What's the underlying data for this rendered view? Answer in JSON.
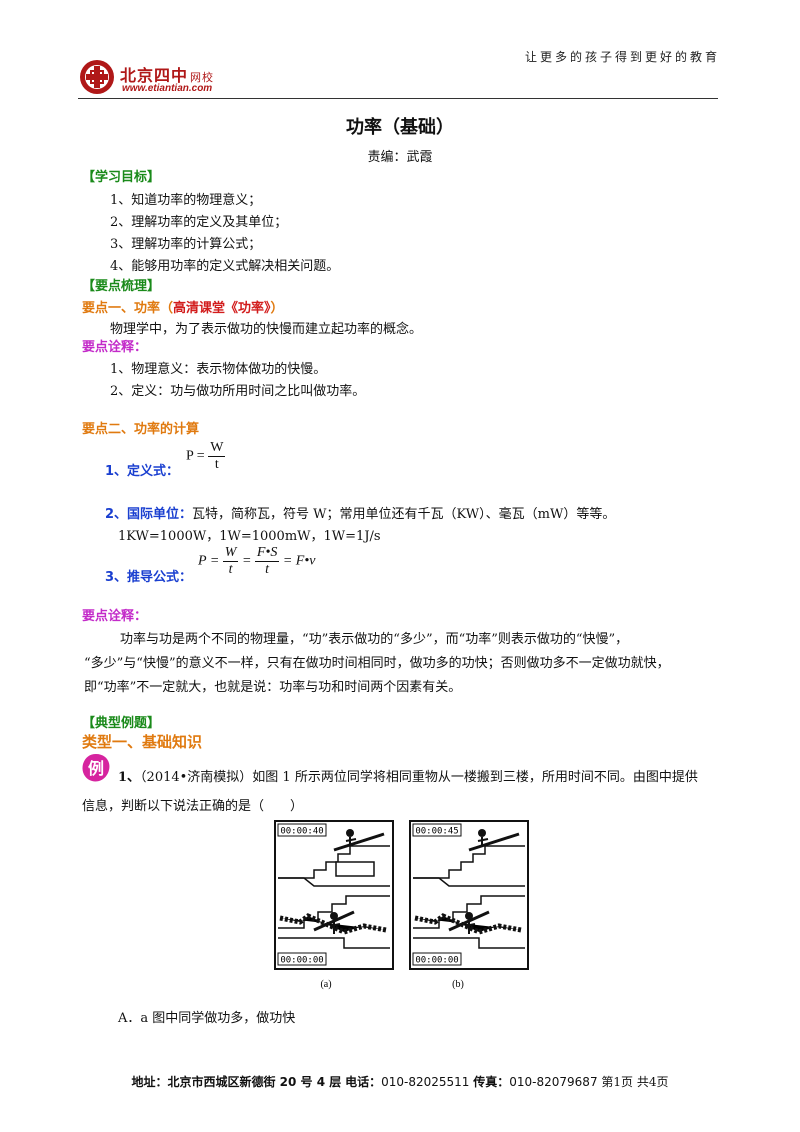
{
  "header": {
    "logo_name": "北京四中",
    "logo_suffix": "网校",
    "logo_url": "www.etiantian.com",
    "slogan": "让更多的孩子得到更好的教育"
  },
  "title": "功率（基础）",
  "editor": "责编：武霞",
  "goals": {
    "heading": "【学习目标】",
    "items": [
      "1、知道功率的物理意义；",
      "2、理解功率的定义及其单位；",
      "3、理解功率的计算公式；",
      "4、能够用功率的定义式解决相关问题。"
    ]
  },
  "points": {
    "heading": "【要点梳理】",
    "point1_title": "要点一、功率（",
    "point1_link": "高清课堂《功率》",
    "point1_close": "）",
    "point1_text": "物理学中，为了表示做功的快慢而建立起功率的概念。",
    "explain_heading": "要点诠释：",
    "explain_items": [
      "1、物理意义：表示物体做功的快慢。",
      "2、定义：功与做功所用时间之比叫做功率。"
    ],
    "point2_title": "要点二、功率的计算",
    "def_label": "1、定义式：",
    "def_formula": {
      "lhs": "P",
      "num": "W",
      "den": "t"
    },
    "unit_label": "2、国际单位：",
    "unit_text": "瓦特，简称瓦，符号 W；常用单位还有千瓦（KW）、毫瓦（mW）等等。",
    "unit_conv": "1KW=1000W，1W=1000mW，1W=1J/s",
    "derive_label": "3、推导公式：",
    "derive_formula": {
      "p": "P",
      "w": "W",
      "t": "t",
      "fs": "F•S",
      "fv": "F•v"
    },
    "explain2_heading": "要点诠释：",
    "explain2_lines": [
      "功率与功是两个不同的物理量，“功”表示做功的“多少”，而“功率”则表示做功的“快慢”，",
      "“多少”与“快慢”的意义不一样，只有在做功时间相同时，做功多的功快；否则做功多不一定做功就快，",
      "即“功率”不一定就大，也就是说：功率与功和时间两个因素有关。"
    ]
  },
  "examples": {
    "heading": "【典型例题】",
    "type1": "类型一、基础知识",
    "badge": "例",
    "q1_num": "1、",
    "q1_line1": "（2014•济南模拟）如图 1 所示两位同学将相同重物从一楼搬到三楼，所用时间不同。由图中提供",
    "q1_line2": "信息，判断以下说法正确的是（　　）",
    "figure": {
      "a_top_time": "00:00:40",
      "a_bottom_time": "00:00:00",
      "b_top_time": "00:00:45",
      "b_bottom_time": "00:00:00",
      "label_a": "(a)",
      "label_b": "(b)"
    },
    "option_a": "A．a 图中同学做功多，做功快"
  },
  "footer": {
    "address_label": "地址：",
    "address": "北京市西城区新德街 20 号 4 层",
    "phone_label": "电话：",
    "phone": "010-82025511",
    "fax_label": "传真：",
    "fax": "010-82079687",
    "page": "第1页  共4页"
  },
  "colors": {
    "section_green": "#1a8a1a",
    "point_orange": "#e07a10",
    "explain_pink": "#c32bc9",
    "formula_blue": "#1a3fd0",
    "link_red": "#d21c1c",
    "logo_red": "#b01818"
  }
}
